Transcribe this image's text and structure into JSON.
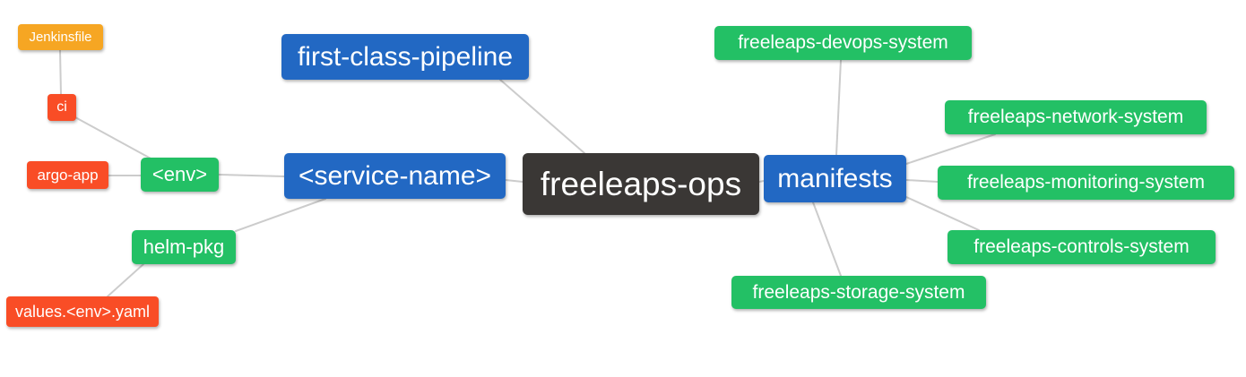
{
  "diagram": {
    "root_label": "freeleaps-ops",
    "nodes": [
      {
        "id": "jenkinsfile",
        "label": "Jenkinsfile",
        "color": "#f6a623"
      },
      {
        "id": "ci",
        "label": "ci",
        "color": "#f94d26"
      },
      {
        "id": "argo-app",
        "label": "argo-app",
        "color": "#f94d26"
      },
      {
        "id": "env",
        "label": "<env>",
        "color": "#23c065"
      },
      {
        "id": "helm-pkg",
        "label": "helm-pkg",
        "color": "#23c065"
      },
      {
        "id": "values-env-yaml",
        "label": "values.<env>.yaml",
        "color": "#f94d26"
      },
      {
        "id": "first-class-pipeline",
        "label": "first-class-pipeline",
        "color": "#2268c3"
      },
      {
        "id": "service-name",
        "label": "<service-name>",
        "color": "#2268c3"
      },
      {
        "id": "freeleaps-ops",
        "label": "freeleaps-ops",
        "color": "#3a3735"
      },
      {
        "id": "manifests",
        "label": "manifests",
        "color": "#2268c3"
      },
      {
        "id": "freeleaps-devops-system",
        "label": "freeleaps-devops-system",
        "color": "#23c065"
      },
      {
        "id": "freeleaps-network-system",
        "label": "freeleaps-network-system",
        "color": "#23c065"
      },
      {
        "id": "freeleaps-monitoring-system",
        "label": "freeleaps-monitoring-system",
        "color": "#23c065"
      },
      {
        "id": "freeleaps-controls-system",
        "label": "freeleaps-controls-system",
        "color": "#23c065"
      },
      {
        "id": "freeleaps-storage-system",
        "label": "freeleaps-storage-system",
        "color": "#23c065"
      }
    ],
    "edges": [
      {
        "from": "jenkinsfile",
        "to": "ci"
      },
      {
        "from": "ci",
        "to": "env"
      },
      {
        "from": "argo-app",
        "to": "env"
      },
      {
        "from": "env",
        "to": "service-name"
      },
      {
        "from": "helm-pkg",
        "to": "service-name"
      },
      {
        "from": "values-env-yaml",
        "to": "helm-pkg"
      },
      {
        "from": "first-class-pipeline",
        "to": "freeleaps-ops"
      },
      {
        "from": "service-name",
        "to": "freeleaps-ops"
      },
      {
        "from": "freeleaps-ops",
        "to": "manifests"
      },
      {
        "from": "manifests",
        "to": "freeleaps-devops-system"
      },
      {
        "from": "manifests",
        "to": "freeleaps-network-system"
      },
      {
        "from": "manifests",
        "to": "freeleaps-monitoring-system"
      },
      {
        "from": "manifests",
        "to": "freeleaps-controls-system"
      },
      {
        "from": "manifests",
        "to": "freeleaps-storage-system"
      }
    ],
    "colors": {
      "node_blue": "#2268c3",
      "node_green": "#23c065",
      "node_red": "#f94d26",
      "node_orange": "#f6a623",
      "node_dark": "#3a3735",
      "edge_gray": "#cccccc",
      "background": "#ffffff",
      "text": "#ffffff"
    }
  }
}
